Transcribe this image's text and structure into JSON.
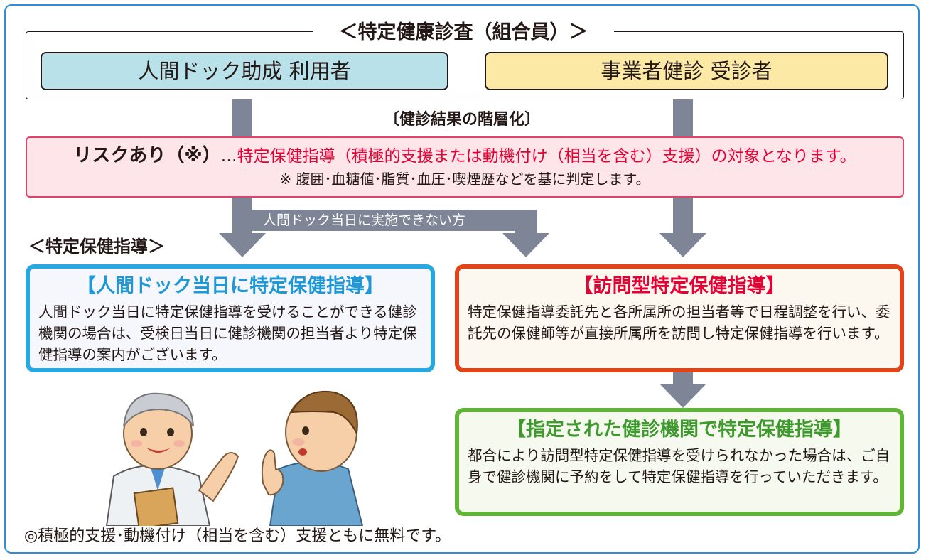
{
  "group_title": "＜特定健康診査（組合員）＞",
  "box_dock": "人間ドック助成 利用者",
  "box_biz": "事業者健診 受診者",
  "hierarchy_label": "〔健診結果の階層化〕",
  "risk": {
    "strong": "リスクあり（※）",
    "dots": "…",
    "text": "特定保健指導（積極的支援または動機付け（相当を含む）支援）の対象となります。",
    "note": "※ 腹囲･血糖値･脂質･血圧･喫煙歴などを基に判定します。"
  },
  "connector_label": "人間ドック当日に実施できない方",
  "section_title": "＜特定保健指導＞",
  "panel_dock": {
    "title": "【人間ドック当日に特定保健指導】",
    "body": "人間ドック当日に特定保健指導を受けることができる健診機関の場合は、受検日当日に健診機関の担当者より特定保健指導の案内がございます。"
  },
  "panel_visit": {
    "title": "【訪問型特定保健指導】",
    "body": "特定保健指導委託先と各所属所の担当者等で日程調整を行い、委託先の保健師等が直接所属所を訪問し特定保健指導を行います。"
  },
  "panel_designated": {
    "title": "【指定された健診機関で特定保健指導】",
    "body": "都合により訪問型特定保健指導を受けられなかった場合は、ご自身で健診機関に予約をして特定保健指導を行っていただきます。"
  },
  "footnote": "◎積極的支援･動機付け（相当を含む）支援ともに無料です。",
  "colors": {
    "frame": "#2b8fd6",
    "arrow": "#7d8597",
    "risk_border": "#e2426a",
    "risk_bg": "#fde5ea",
    "dock_box": "#b9e1ea",
    "biz_box": "#fbe9a5",
    "panel_blue": "#27a8e1",
    "panel_red": "#e14419",
    "panel_green": "#61b536"
  }
}
